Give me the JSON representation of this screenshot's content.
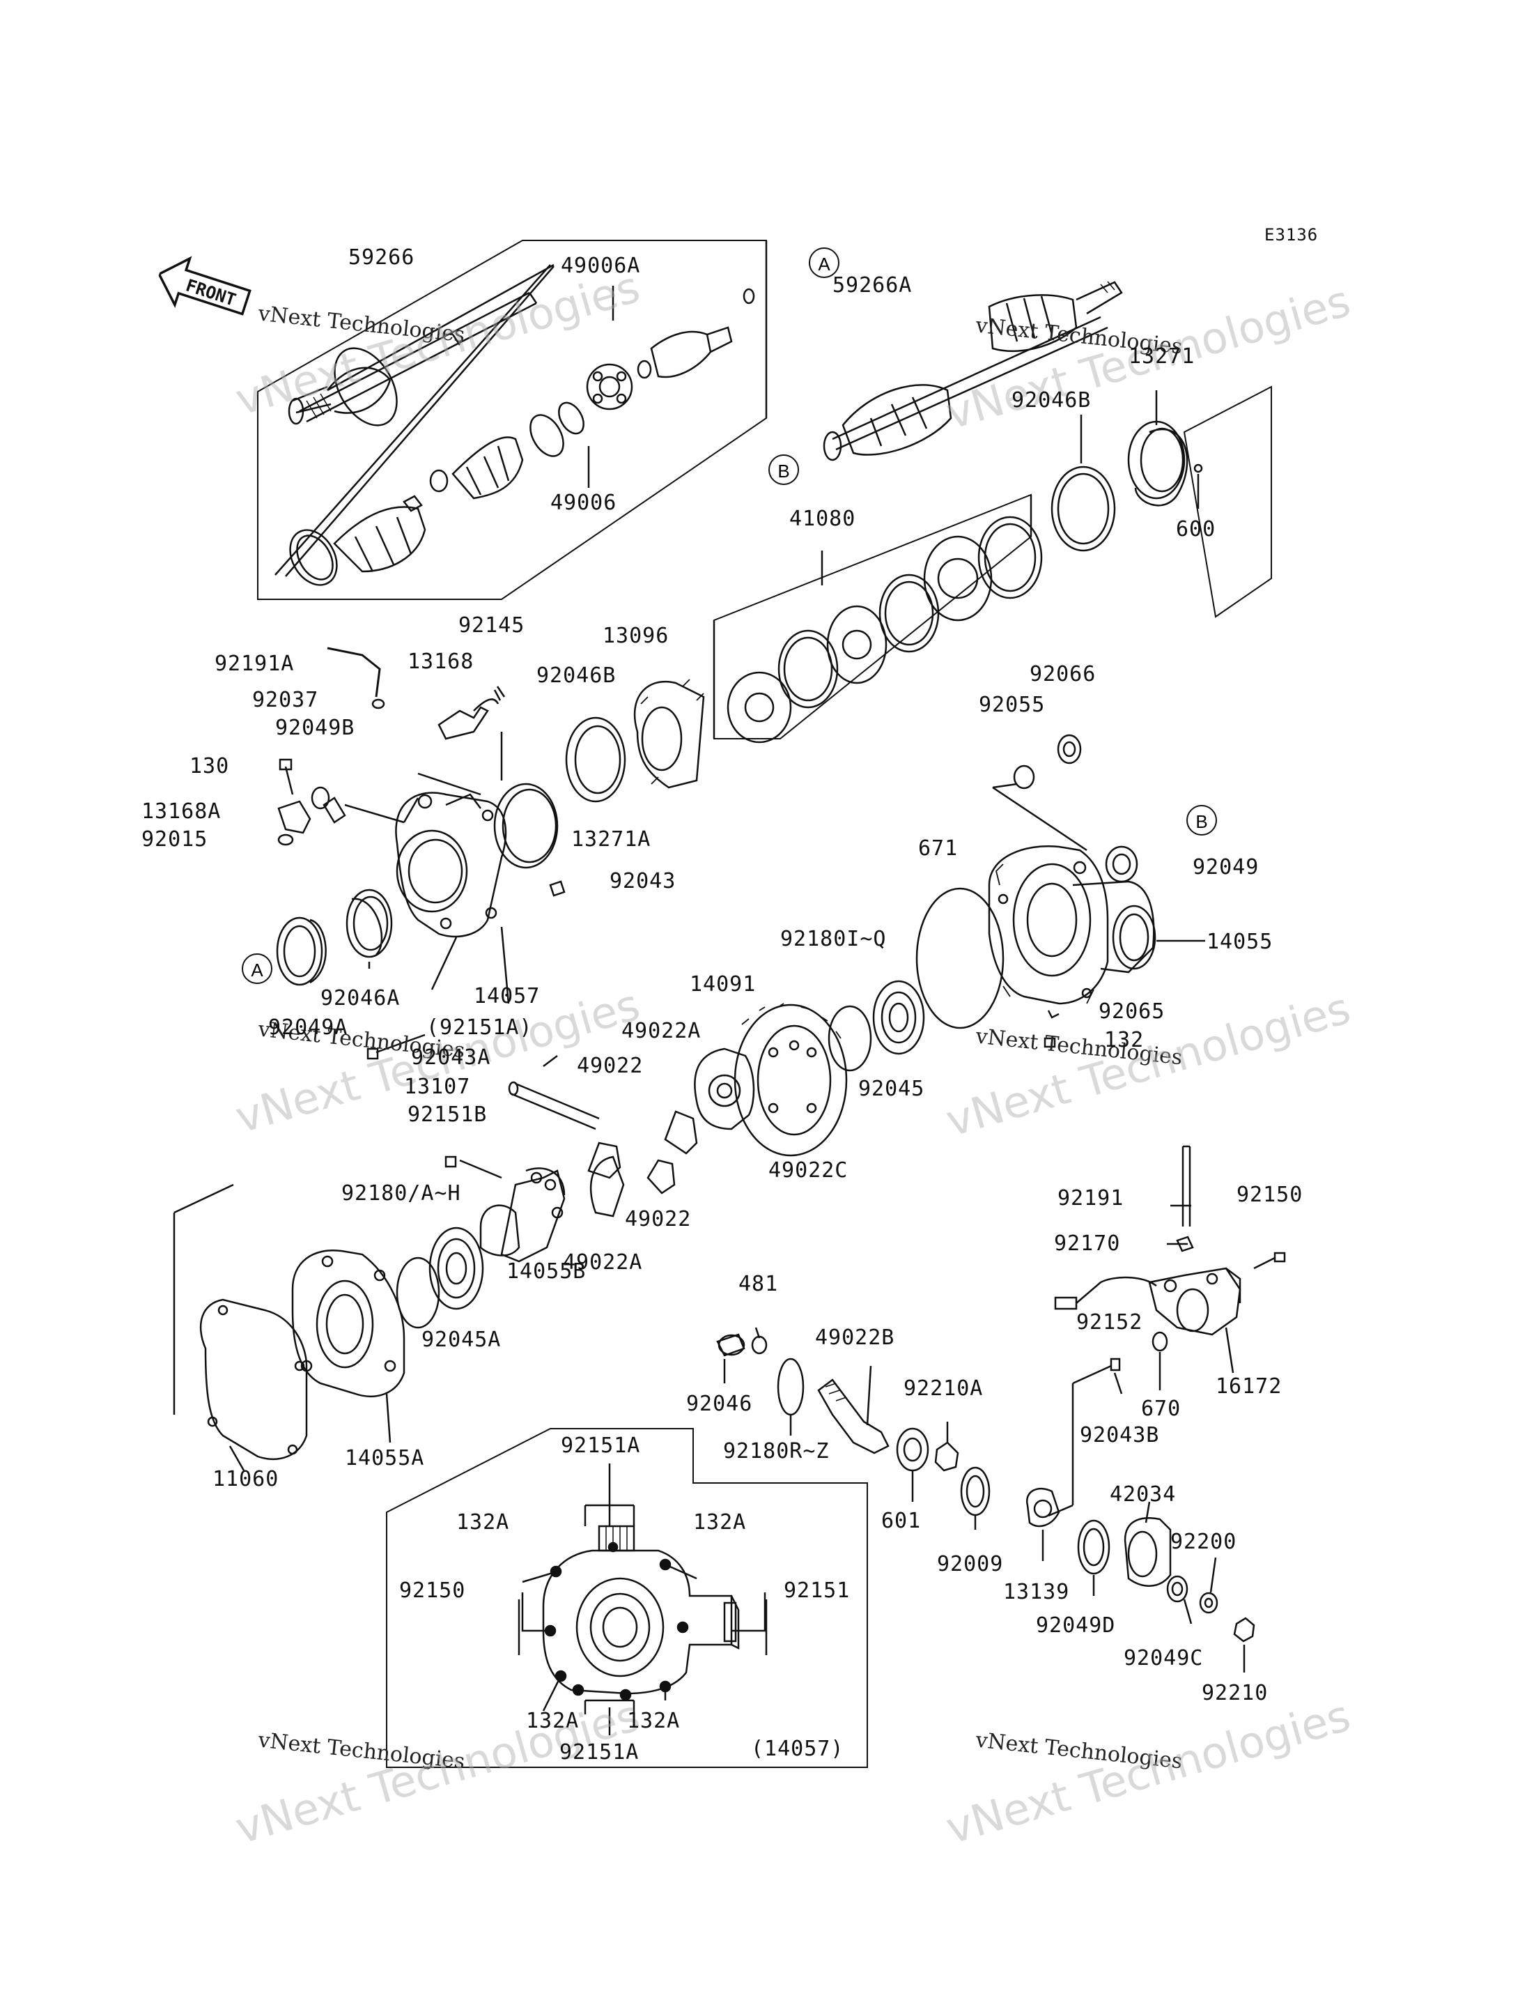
{
  "diagram_code": "E3136",
  "front_label": "FRONT",
  "watermark": {
    "line1": "vNext Technologies",
    "big": "vNext Technologies"
  },
  "callouts": {
    "a": "A",
    "b": "B"
  },
  "labels": {
    "p59266": "59266",
    "p49006A": "49006A",
    "p49006": "49006",
    "p59266A": "59266A",
    "p13271": "13271",
    "p92046B_top": "92046B",
    "p600": "600",
    "p41080": "41080",
    "p92145": "92145",
    "p92191A": "92191A",
    "p13168": "13168",
    "p92046B": "92046B",
    "p13096": "13096",
    "p92037": "92037",
    "p92049B": "92049B",
    "p130": "130",
    "p13168A": "13168A",
    "p92015": "92015",
    "p13271A": "13271A",
    "p92043": "92043",
    "p92066": "92066",
    "p92055": "92055",
    "p92049": "92049",
    "p671": "671",
    "p14055": "14055",
    "p92046A": "92046A",
    "p14057": "14057",
    "p92049A": "92049A",
    "p92151A_paren": "(92151A)",
    "p92043A": "92043A",
    "p13107": "13107",
    "p92151B": "92151B",
    "p92180IQ": "92180I~Q",
    "p14091": "14091",
    "p49022A_top": "49022A",
    "p49022_a": "49022",
    "p92045": "92045",
    "p92065": "92065",
    "p132": "132",
    "p49022C": "49022C",
    "p92180AH": "92180/A~H",
    "p49022_b": "49022",
    "p49022A": "49022A",
    "p14055B": "14055B",
    "p92045A": "92045A",
    "p11060": "11060",
    "p14055A": "14055A",
    "p481": "481",
    "p49022B": "49022B",
    "p92046": "92046",
    "p92210A": "92210A",
    "p92180RZ": "92180R~Z",
    "p601": "601",
    "p92009": "92009",
    "p92191": "92191",
    "p92150_right": "92150",
    "p92170": "92170",
    "p92152": "92152",
    "p670": "670",
    "p16172": "16172",
    "p92043B": "92043B",
    "p42034": "42034",
    "p13139": "13139",
    "p92200": "92200",
    "p92049D": "92049D",
    "p92049C": "92049C",
    "p92210": "92210",
    "p92151A_top": "92151A",
    "p132A_tl": "132A",
    "p132A_tr": "132A",
    "p92150_inset": "92150",
    "p92151_inset": "92151",
    "p132A_bl": "132A",
    "p132A_br": "132A",
    "p92151A_bottom": "92151A",
    "p14057_paren": "(14057)"
  }
}
